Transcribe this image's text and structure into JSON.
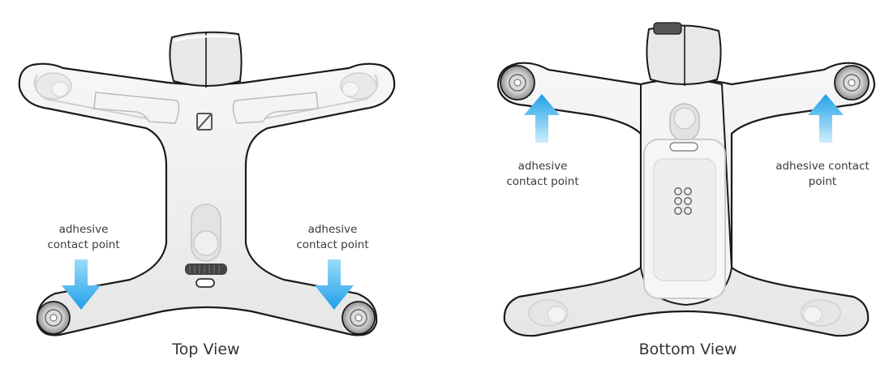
{
  "views": {
    "top": {
      "caption": "Top View",
      "left_label": [
        "adhesive",
        "contact point"
      ],
      "right_label": [
        "adhesive",
        "contact point"
      ]
    },
    "bottom": {
      "caption": "Bottom View",
      "left_label": [
        "adhesive",
        "contact point"
      ],
      "right_label": [
        "adhesive contact",
        "point"
      ]
    }
  },
  "colors": {
    "arrow_top": "#7fd3f7",
    "arrow_bottom": "#2aa6ea",
    "body_fill": "#f2f2f2",
    "body_shade": "#dcdcdc",
    "outline": "#1a1a1a"
  },
  "icons": {
    "arrow": "arrow-icon",
    "logo": "brand-logo-icon",
    "led_cluster": "led-cluster-icon"
  }
}
